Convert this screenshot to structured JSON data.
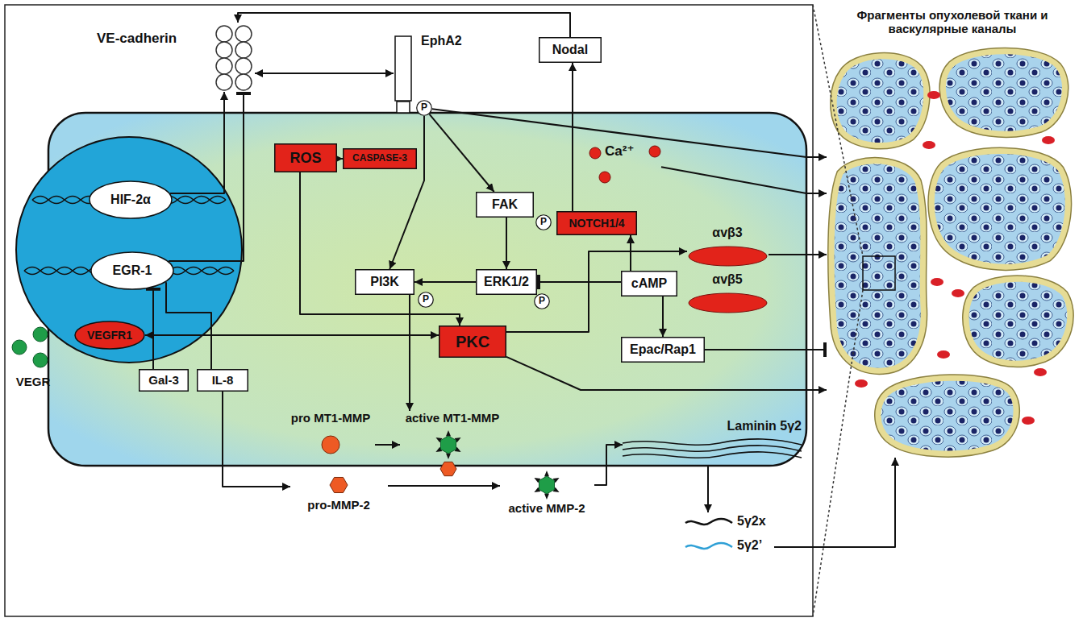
{
  "diagram": {
    "nodes": [
      {
        "text": [
          "VE-cadherin"
        ]
      },
      {
        "text": [
          "EphA2"
        ]
      },
      {
        "text": [
          "P"
        ]
      },
      {
        "text": [
          "Nodal"
        ]
      },
      {
        "text": [
          "ROS"
        ]
      },
      {
        "text": [
          "CASPASE-3"
        ]
      },
      {
        "text": [
          "Ca²⁺"
        ]
      },
      {
        "text": [
          "FAK"
        ]
      },
      {
        "text": [
          "P"
        ]
      },
      {
        "text": [
          "NOTCH1/4"
        ]
      },
      {
        "text": [
          "αvβ3"
        ]
      },
      {
        "text": [
          "αvβ5"
        ]
      },
      {
        "text": [
          "HIF-2α"
        ]
      },
      {
        "text": [
          "EGR-1"
        ]
      },
      {
        "text": [
          "PI3K"
        ]
      },
      {
        "text": [
          "P"
        ]
      },
      {
        "text": [
          "ERK1/2"
        ]
      },
      {
        "text": [
          "P"
        ]
      },
      {
        "text": [
          "cAMP"
        ]
      },
      {
        "text": [
          "VEGFR1"
        ]
      },
      {
        "text": [
          "VEGR"
        ]
      },
      {
        "text": [
          "PKC"
        ]
      },
      {
        "text": [
          "Epac/Rap1"
        ]
      },
      {
        "text": [
          "Gal-3"
        ]
      },
      {
        "text": [
          "IL-8"
        ]
      },
      {
        "text": [
          "pro MT1-MMP"
        ]
      },
      {
        "text": [
          "active MT1-MMP"
        ]
      },
      {
        "text": [
          "pro-MMP-2"
        ]
      },
      {
        "text": [
          "active MMP-2"
        ]
      },
      {
        "text": [
          "Laminin 5γ2"
        ]
      },
      {
        "text": [
          "5γ2x"
        ]
      },
      {
        "text": [
          "5γ2’"
        ]
      },
      {
        "text": [
          "Фрагменты опухолевой ткани и васкулярные каналы"
        ]
      }
    ],
    "edges": [
      {
        "from": 3,
        "to": 0,
        "arrow": "to"
      },
      {
        "from": 0,
        "to": 1,
        "arrow": "both"
      },
      {
        "from": 12,
        "to": 0,
        "arrow": "to"
      },
      {
        "from": 13,
        "to": 0,
        "arrow": "to"
      },
      {
        "from": 4,
        "to": 5,
        "arrow": "to"
      },
      {
        "from": 2,
        "to": 7,
        "arrow": "to"
      },
      {
        "from": 2,
        "to": 14,
        "arrow": "to"
      },
      {
        "from": 2,
        "to": 32,
        "arrow": "to"
      },
      {
        "from": 6,
        "to": 32,
        "arrow": "to"
      },
      {
        "from": 7,
        "to": 16,
        "arrow": "to"
      },
      {
        "from": 16,
        "to": 14,
        "arrow": "to"
      },
      {
        "from": 18,
        "to": 16,
        "arrow": "to"
      },
      {
        "from": 18,
        "to": 9,
        "arrow": "to"
      },
      {
        "from": 9,
        "to": 3,
        "arrow": "to"
      },
      {
        "from": 18,
        "to": 22,
        "arrow": "to"
      },
      {
        "from": 22,
        "to": 32,
        "arrow": "to"
      },
      {
        "from": 21,
        "to": 10,
        "arrow": "to"
      },
      {
        "from": 10,
        "to": 32,
        "arrow": "to"
      },
      {
        "from": 21,
        "to": 32,
        "arrow": "to"
      },
      {
        "from": 4,
        "to": 21,
        "arrow": "to"
      },
      {
        "from": 19,
        "to": 21,
        "arrow": "both"
      },
      {
        "from": 23,
        "to": 13,
        "arrow": "to"
      },
      {
        "from": 24,
        "to": 13,
        "arrow": "none"
      },
      {
        "from": 24,
        "to": 27,
        "arrow": "to"
      },
      {
        "from": 14,
        "to": 26,
        "arrow": "to"
      },
      {
        "from": 25,
        "to": 26,
        "arrow": "to"
      },
      {
        "from": 27,
        "to": 28,
        "arrow": "to"
      },
      {
        "from": 28,
        "to": 29,
        "arrow": "to"
      },
      {
        "from": 29,
        "to": 30,
        "arrow": "to"
      },
      {
        "from": 31,
        "to": 32,
        "arrow": "to"
      }
    ]
  }
}
